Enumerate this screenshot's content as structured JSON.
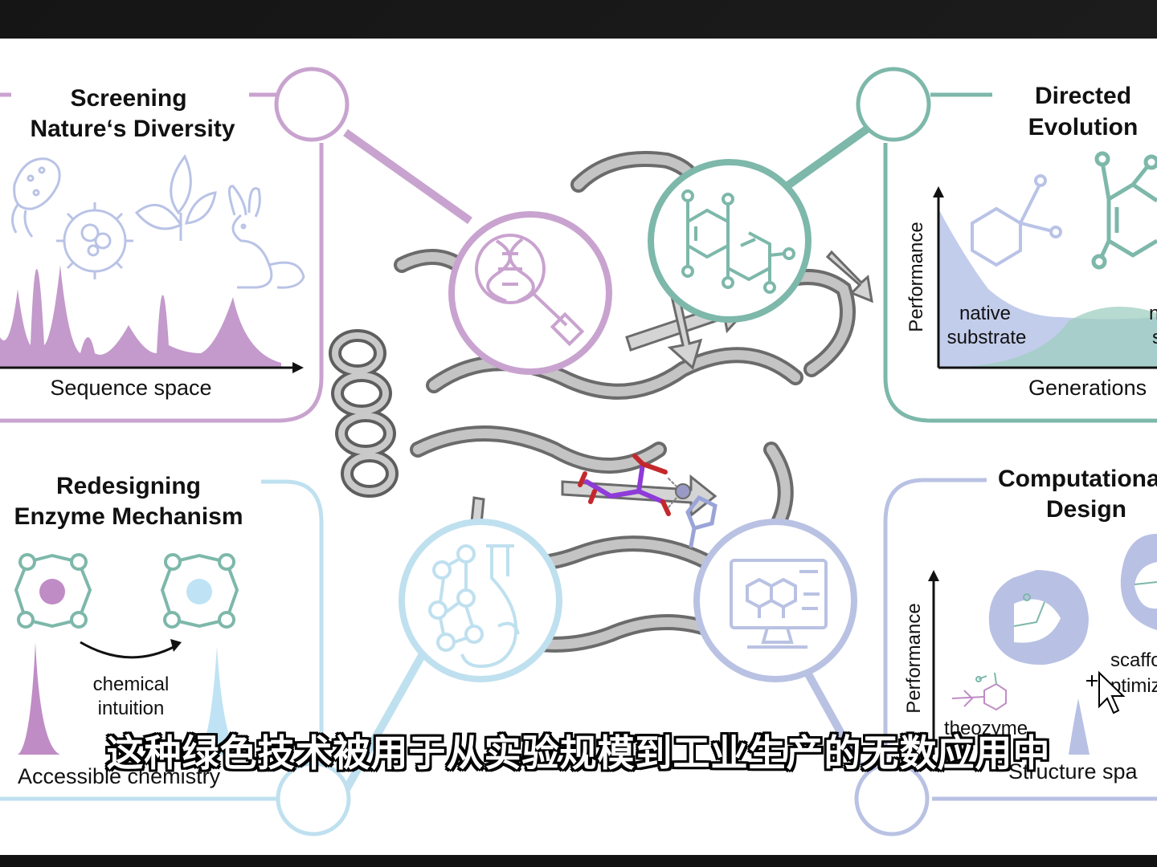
{
  "panels": {
    "screening": {
      "title_line1": "Screening",
      "title_line2": "Nature‘s Diversity",
      "xlabel": "Sequence space"
    },
    "directed": {
      "title_line1": "Directed",
      "title_line2": "Evolution",
      "ylabel": "Performance",
      "xlabel": "Generations",
      "native_line1": "native",
      "native_line2": "substrate",
      "partial_n": "n",
      "partial_s": "s"
    },
    "redesign": {
      "title_line1": "Redesigning",
      "title_line2": "Enzyme Mechanism",
      "arrow_label_line1": "chemical",
      "arrow_label_line2": "intuition",
      "xlabel": "Accessible chemistry"
    },
    "computational": {
      "title_line1": "Computational",
      "title_line2": "Design",
      "ylabel": "Performance",
      "scaffold_line1": "scaffo",
      "scaffold_line2": "ptimiza",
      "theozyme": "theozyme",
      "xlabel": "Structure spa"
    }
  },
  "subtitle": "这种绿色技术被用于从实验规模到工业生产的无数应用中",
  "colors": {
    "screening": "#c9a3cf",
    "screening_fill": "#c08cc6",
    "directed": "#7db8aa",
    "redesign": "#bfe0ef",
    "computational": "#b9c2e3",
    "protein": "#8a8a8a",
    "ligand": "#8e3bd8"
  },
  "icons": [
    "magnifier-dna-icon",
    "molecule-network-icon",
    "flask-network-icon",
    "computer-screen-icon"
  ]
}
